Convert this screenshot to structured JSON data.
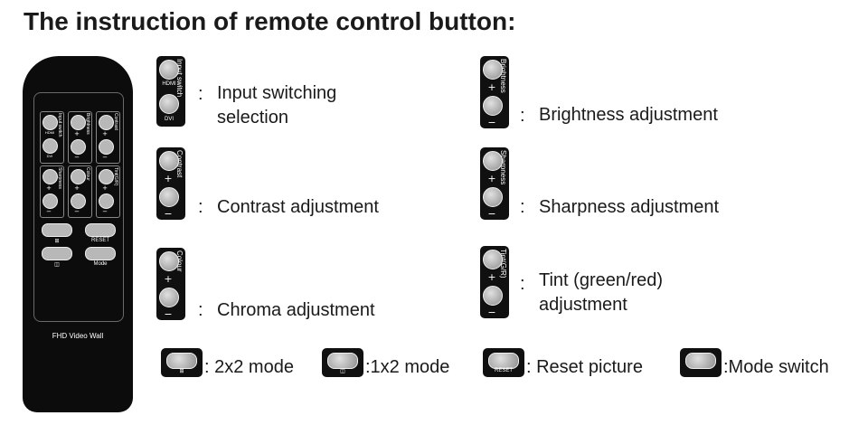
{
  "title": "The instruction of remote control button:",
  "remote": {
    "brand": "FHD Video Wall",
    "groups": [
      {
        "label": "Input switch",
        "top": "HDMI",
        "bottom": "DVI"
      },
      {
        "label": "Brightness",
        "top": "+",
        "bottom": "−"
      },
      {
        "label": "Contrast",
        "top": "+",
        "bottom": "−"
      },
      {
        "label": "Sharpness",
        "top": "+",
        "bottom": "−"
      },
      {
        "label": "Colour",
        "top": "+",
        "bottom": "−"
      },
      {
        "label": "Tint(G/R)",
        "top": "+",
        "bottom": "−"
      }
    ],
    "keys": {
      "k2x2": "⊞",
      "reset": "RESET",
      "k1x2": "◫",
      "mode": "Mode"
    }
  },
  "callouts": {
    "input": {
      "label": "Input switch",
      "top": "HDMI",
      "bottom": "DVI",
      "colon": ":",
      "desc_line1": "Input switching",
      "desc_line2": "selection"
    },
    "brightness": {
      "label": "Brightness",
      "plus": "+",
      "minus": "−",
      "colon": ":",
      "desc": "Brightness adjustment"
    },
    "contrast": {
      "label": "Contrast",
      "plus": "+",
      "minus": "−",
      "colon": ":",
      "desc": "Contrast adjustment"
    },
    "sharpness": {
      "label": "Sharpness",
      "plus": "+",
      "minus": "−",
      "colon": ":",
      "desc": "Sharpness adjustment"
    },
    "colour": {
      "label": "Colour",
      "plus": "+",
      "minus": "−",
      "colon": ":",
      "desc": "Chroma adjustment"
    },
    "tint": {
      "label": "Tint(G/R)",
      "plus": "+",
      "minus": "−",
      "colon": ":",
      "desc_line1": "Tint (green/red)",
      "desc_line2": "adjustment"
    }
  },
  "modes": [
    {
      "key_label": "⊞",
      "text": ": 2x2 mode"
    },
    {
      "key_label": "◫",
      "text": ":1x2 mode"
    },
    {
      "key_label": "RESET",
      "text": ": Reset picture"
    },
    {
      "key_label": "",
      "text": ":Mode switch"
    }
  ]
}
